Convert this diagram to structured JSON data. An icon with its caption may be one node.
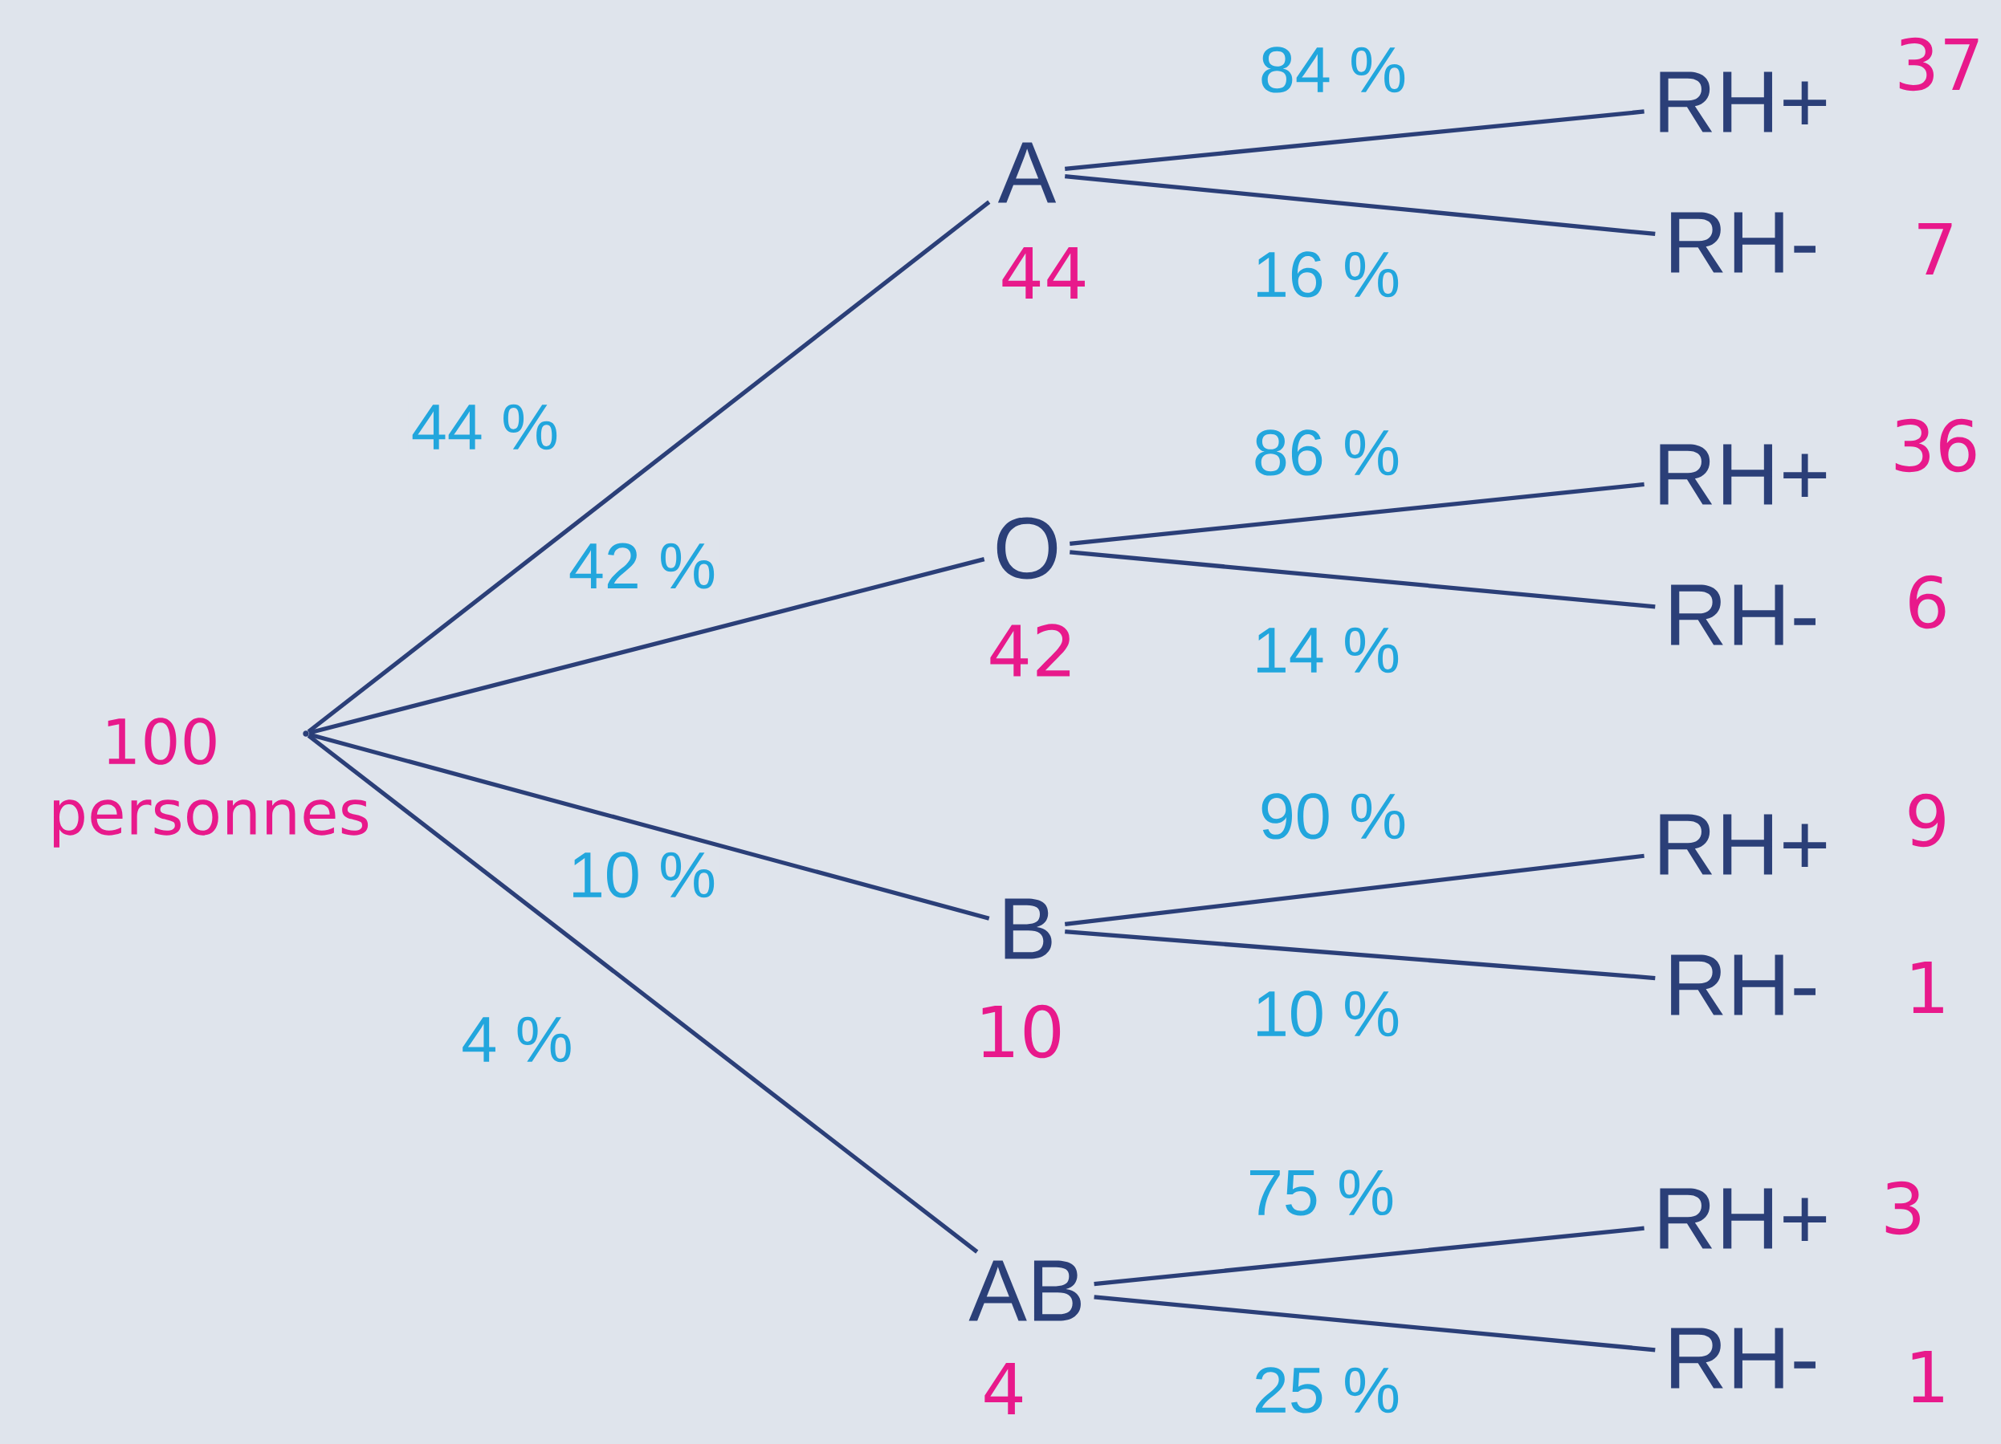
{
  "diagram": {
    "nodes": [
      {
        "text": [],
        "shape": "dot",
        "beside": [
          "100 personnes"
        ]
      },
      {
        "text": [
          "A"
        ],
        "beside": [
          "44"
        ]
      },
      {
        "text": [
          "RH+"
        ],
        "beside": [
          "37"
        ]
      },
      {
        "text": [
          "RH-"
        ],
        "beside": [
          "7"
        ]
      },
      {
        "text": [
          "O"
        ],
        "beside": [
          "42"
        ]
      },
      {
        "text": [
          "RH+"
        ],
        "beside": [
          "36"
        ]
      },
      {
        "text": [
          "RH-"
        ],
        "beside": [
          "6"
        ]
      },
      {
        "text": [
          "B"
        ],
        "beside": [
          "10"
        ]
      },
      {
        "text": [
          "RH+"
        ],
        "beside": [
          "9"
        ]
      },
      {
        "text": [
          "RH-"
        ],
        "beside": [
          "1"
        ]
      },
      {
        "text": [
          "AB"
        ],
        "beside": [
          "4"
        ]
      },
      {
        "text": [
          "RH+"
        ],
        "beside": [
          "3"
        ]
      },
      {
        "text": [
          "RH-"
        ],
        "beside": [
          "1"
        ]
      }
    ],
    "edges": [
      {
        "from": 0,
        "to": 1,
        "arrow": "none",
        "label": "44 %"
      },
      {
        "from": 0,
        "to": 4,
        "arrow": "none",
        "label": "42 %"
      },
      {
        "from": 0,
        "to": 7,
        "arrow": "none",
        "label": "10 %"
      },
      {
        "from": 0,
        "to": 10,
        "arrow": "none",
        "label": "4 %"
      },
      {
        "from": 1,
        "to": 2,
        "arrow": "none",
        "label": "84 %"
      },
      {
        "from": 1,
        "to": 3,
        "arrow": "none",
        "label": "16 %"
      },
      {
        "from": 4,
        "to": 5,
        "arrow": "none",
        "label": "86 %"
      },
      {
        "from": 4,
        "to": 6,
        "arrow": "none",
        "label": "14 %"
      },
      {
        "from": 7,
        "to": 8,
        "arrow": "none",
        "label": "90 %"
      },
      {
        "from": 7,
        "to": 9,
        "arrow": "none",
        "label": "10 %"
      },
      {
        "from": 10,
        "to": 11,
        "arrow": "none",
        "label": "75 %"
      },
      {
        "from": 10,
        "to": 12,
        "arrow": "none",
        "label": "25 %"
      }
    ]
  }
}
